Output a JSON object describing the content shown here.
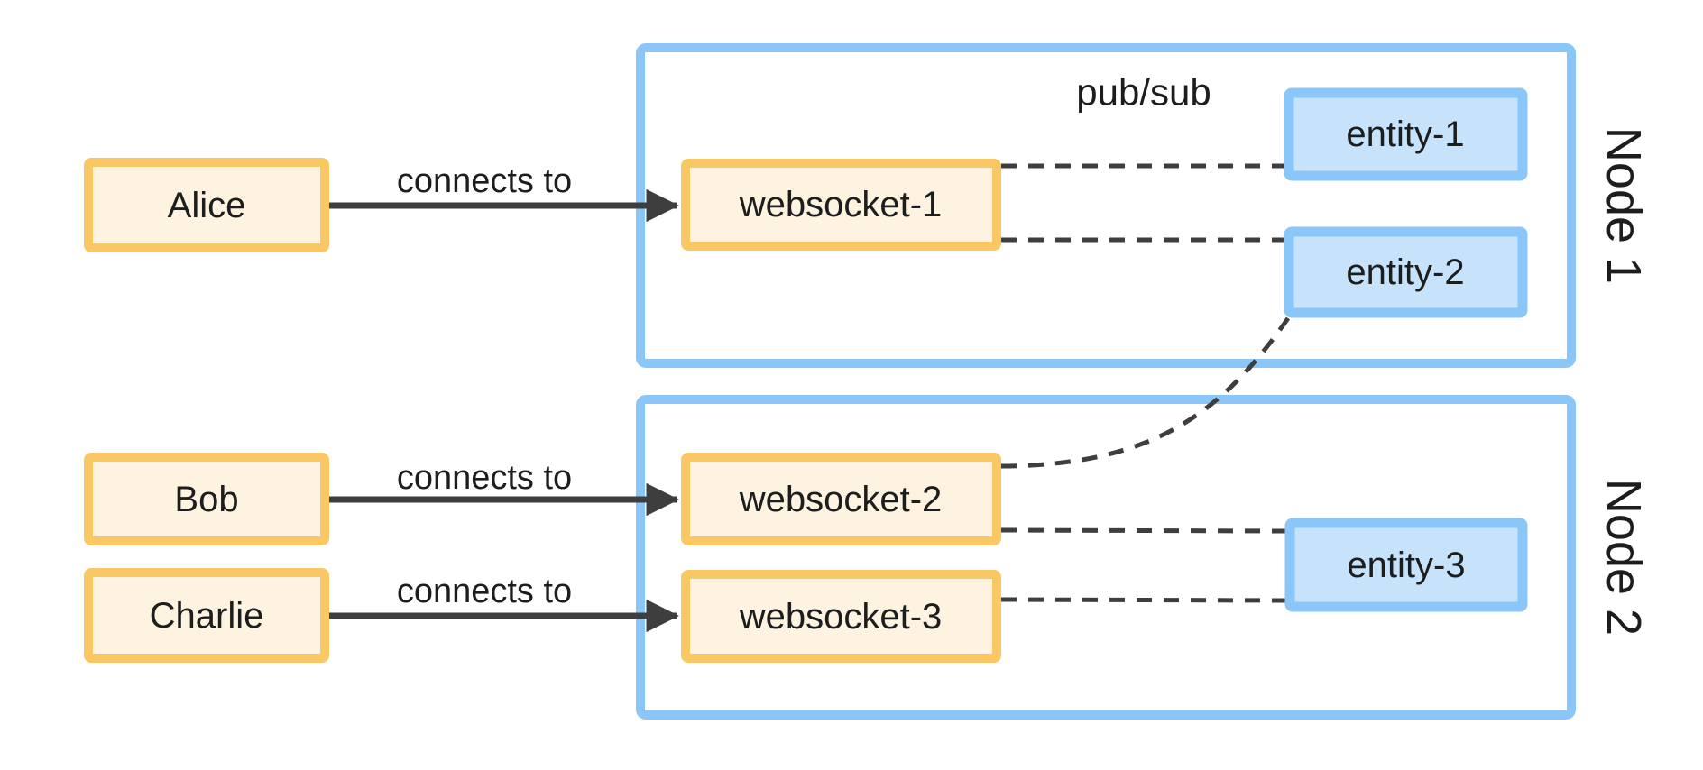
{
  "diagram_type": "architecture-flowchart",
  "background": "#FFFFFF",
  "colors": {
    "background": "#FFFFFF",
    "actor_fill": "#FDF3E0",
    "actor_border": "#F9C764",
    "entity_fill": "#C7E2FB",
    "entity_border": "#8AC7F8",
    "container_border": "#8AC7F8",
    "edge_color": "#3E3E3E",
    "text_color": "#1D1D1D"
  },
  "nodes": {
    "alice": {
      "label": "Alice",
      "kind": "client"
    },
    "bob": {
      "label": "Bob",
      "kind": "client"
    },
    "charlie": {
      "label": "Charlie",
      "kind": "client"
    },
    "websocket1": {
      "label": "websocket-1",
      "kind": "websocket"
    },
    "websocket2": {
      "label": "websocket-2",
      "kind": "websocket"
    },
    "websocket3": {
      "label": "websocket-3",
      "kind": "websocket"
    },
    "entity1": {
      "label": "entity-1",
      "kind": "entity"
    },
    "entity2": {
      "label": "entity-2",
      "kind": "entity"
    },
    "entity3": {
      "label": "entity-3",
      "kind": "entity"
    }
  },
  "containers": {
    "node1": {
      "label": "Node 1",
      "annotation": "pub/sub",
      "members": [
        "websocket-1",
        "entity-1",
        "entity-2"
      ]
    },
    "node2": {
      "label": "Node 2",
      "members": [
        "websocket-2",
        "websocket-3",
        "entity-3"
      ]
    }
  },
  "edges": [
    {
      "from": "Alice",
      "to": "websocket-1",
      "label": "connects to",
      "style": "solid-arrow"
    },
    {
      "from": "Bob",
      "to": "websocket-2",
      "label": "connects to",
      "style": "solid-arrow"
    },
    {
      "from": "Charlie",
      "to": "websocket-3",
      "label": "connects to",
      "style": "solid-arrow"
    },
    {
      "from": "websocket-1",
      "to": "entity-1",
      "style": "dashed"
    },
    {
      "from": "websocket-1",
      "to": "entity-2",
      "style": "dashed"
    },
    {
      "from": "websocket-2",
      "to": "entity-2",
      "style": "dashed"
    },
    {
      "from": "websocket-2",
      "to": "entity-3",
      "style": "dashed"
    },
    {
      "from": "websocket-3",
      "to": "entity-3",
      "style": "dashed"
    }
  ]
}
